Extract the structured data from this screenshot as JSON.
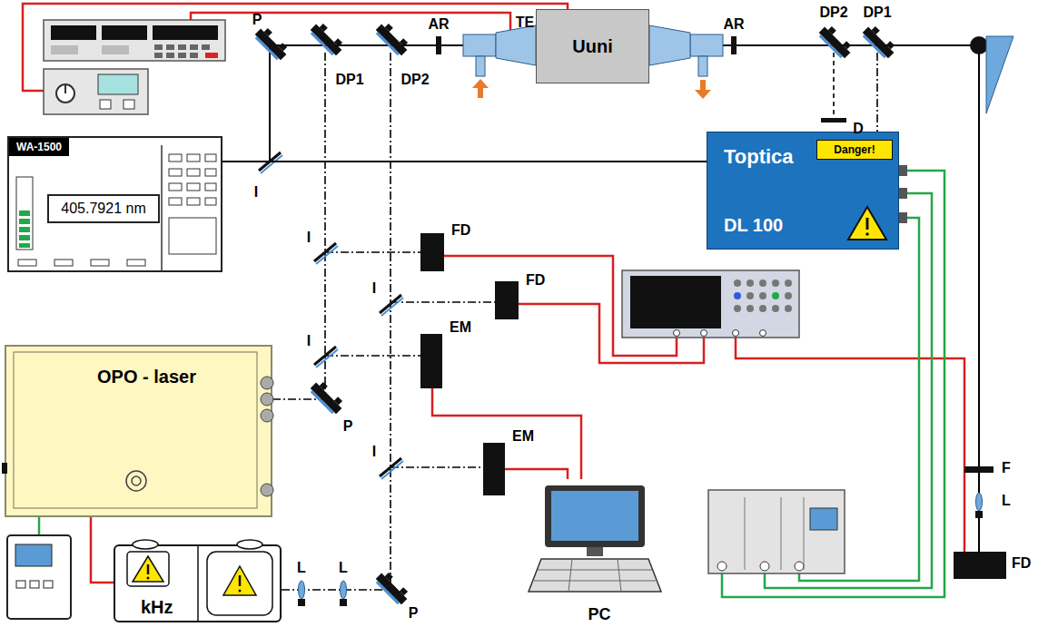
{
  "diagram": {
    "nodes": [
      {
        "text": [
          "Uuni"
        ]
      },
      {
        "text": [
          "WA-1500"
        ]
      },
      {
        "text": [
          "405.7921 nm"
        ],
        "in": 1
      },
      {
        "text": [
          "Toptica",
          "DL 100"
        ]
      },
      {
        "text": [
          "Danger!"
        ],
        "in": 3
      },
      {
        "text": [
          "FD"
        ]
      },
      {
        "text": [
          "FD"
        ]
      },
      {
        "text": [
          "OPO - laser"
        ]
      },
      {
        "text": [
          "EM"
        ]
      },
      {
        "text": [
          "EM"
        ]
      },
      {
        "text": [
          "kHz"
        ]
      },
      {
        "text": [
          "PC"
        ]
      },
      {
        "text": [
          "FD"
        ]
      }
    ],
    "edges": [
      {
        "from": 3,
        "to": 1,
        "arrow": "none"
      },
      {
        "from": 7,
        "to": 10,
        "arrow": "none"
      },
      {
        "from": 8,
        "to": 11,
        "arrow": "none"
      },
      {
        "from": 9,
        "to": 11,
        "arrow": "none"
      }
    ],
    "labels": [
      "TE",
      "AR",
      "AR",
      "P",
      "DP1",
      "DP2",
      "DP2",
      "DP1",
      "D",
      "I",
      "I",
      "I",
      "I",
      "I",
      "P",
      "P",
      "L",
      "L",
      "F",
      "L"
    ]
  }
}
